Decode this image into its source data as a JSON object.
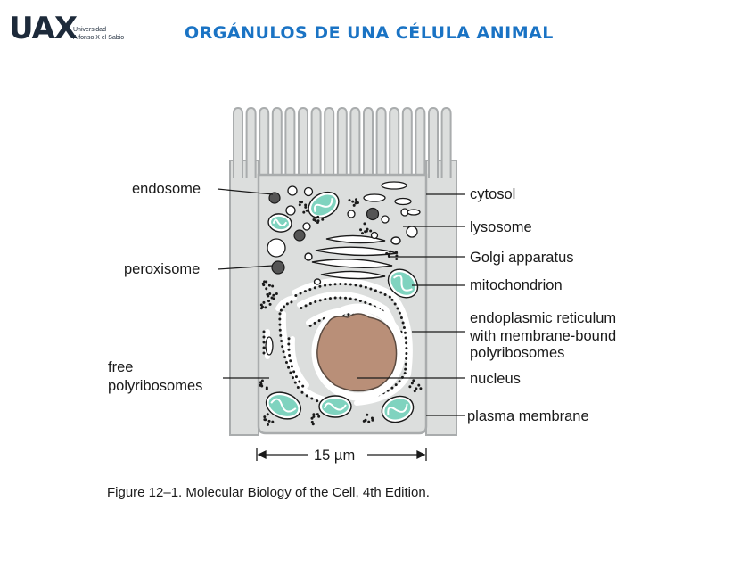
{
  "header": {
    "logo_main": "UAX",
    "logo_line1": "Universidad",
    "logo_line2": "Alfonso X el Sabio",
    "title": "ORGÁNULOS DE UNA CÉLULA ANIMAL"
  },
  "diagram": {
    "labels": {
      "endosome": "endosome",
      "peroxisome": "peroxisome",
      "free_polyribosomes_1": "free",
      "free_polyribosomes_2": "polyribosomes",
      "cytosol": "cytosol",
      "lysosome": "lysosome",
      "golgi": "Golgi apparatus",
      "mitochondrion": "mitochondrion",
      "er_1": "endoplasmic reticulum",
      "er_2": "with membrane-bound",
      "er_3": "polyribosomes",
      "nucleus": "nucleus",
      "plasma_membrane": "plasma membrane"
    },
    "scale_bar": "15 µm",
    "colors": {
      "cell_fill": "#d9dbdb",
      "membrane": "#a9acad",
      "nucleus": "#b98f78",
      "mitochondrion": "#7fd3bf",
      "organelle_dark": "#1a1a1a"
    }
  },
  "caption": "Figure 12–1. Molecular Biology of the Cell, 4th Edition."
}
